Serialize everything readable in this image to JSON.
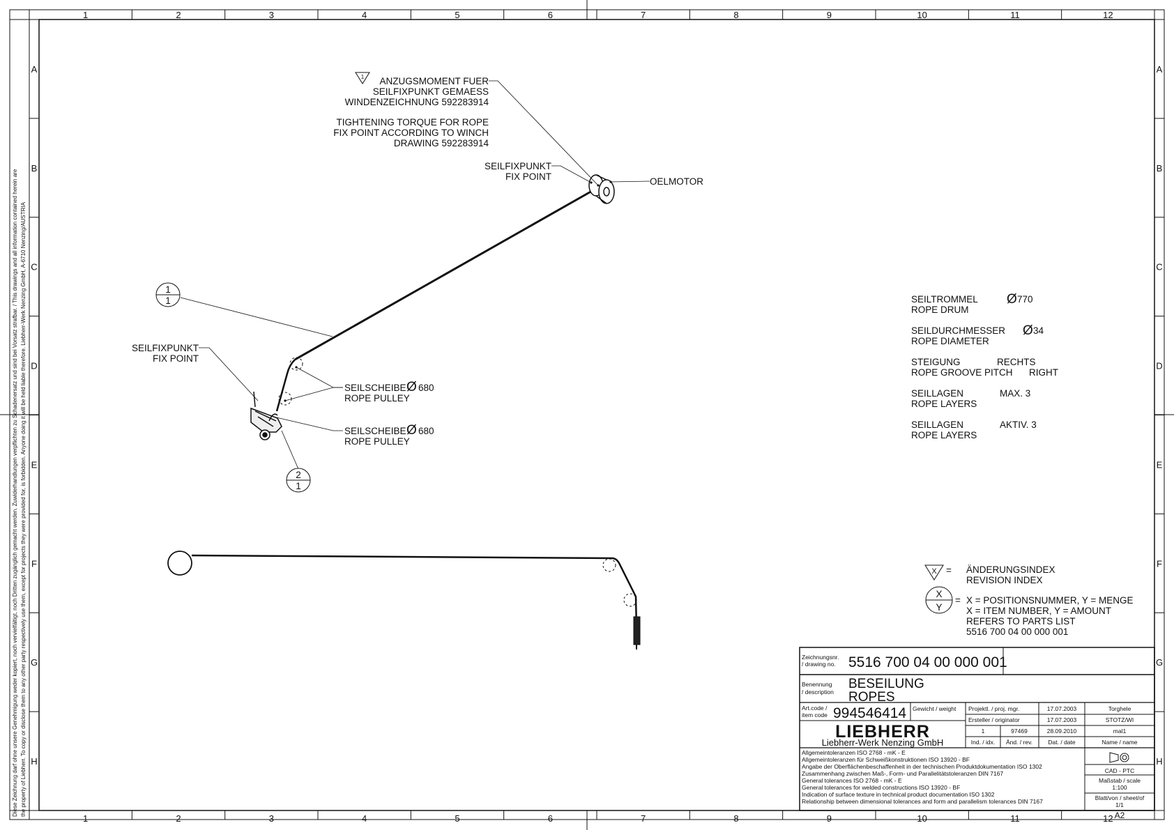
{
  "frame": {
    "columns": [
      "1",
      "2",
      "3",
      "4",
      "5",
      "6",
      "7",
      "8",
      "9",
      "10",
      "11",
      "12"
    ],
    "rows": [
      "A",
      "B",
      "C",
      "D",
      "E",
      "F",
      "G",
      "H"
    ],
    "legal_notice_de": "Diese Zeichnung darf ohne unsere Genehmigung weder kopiert, noch vervielfältigt, noch Dritten zugänglich gemacht werden. Zuwiderhandlungen verpflichten zu Schadenersatz und sind bei Vorsatz strafbar. / This drawings and all information contained herein are",
    "legal_notice_en": "the property of Liebherr. To copy or disclose them to any other party respectively use them, except for projects they were provided for, is forbidden. Anyone doing it will be held liable therefore. Liebherr-Werk Nenzing GmbH, A-6710 Nenzing/AUSTRIA"
  },
  "annotations": {
    "torque_de": [
      "ANZUGSMOMENT FUER",
      "SEILFIXPUNKT GEMAESS",
      "WINDENZEICHNUNG 592283914"
    ],
    "torque_en": [
      "TIGHTENING TORQUE FOR ROPE",
      "FIX POINT ACCORDING TO WINCH",
      "DRAWING 592283914"
    ],
    "torque_revision_mark": "1",
    "fixpoint_top": [
      "SEILFIXPUNKT",
      "FIX POINT"
    ],
    "oelmotor": "OELMOTOR",
    "fixpoint_left": [
      "SEILFIXPUNKT",
      "FIX POINT"
    ],
    "pulley_1": [
      "SEILSCHEIBE",
      "680",
      "ROPE PULLEY"
    ],
    "pulley_2": [
      "SEILSCHEIBE",
      "680",
      "ROPE PULLEY"
    ],
    "diameter_symbol": "Ø",
    "balloon_1": {
      "top": "1",
      "bottom": "1"
    },
    "balloon_2": {
      "top": "2",
      "bottom": "1"
    }
  },
  "specs": [
    {
      "de": "SEILTROMMEL",
      "en": "ROPE DRUM",
      "value": "770",
      "has_diameter": true
    },
    {
      "de": "SEILDURCHMESSER",
      "en": "ROPE DIAMETER",
      "value": "34",
      "has_diameter": true
    },
    {
      "de": "STEIGUNG",
      "en": "ROPE GROOVE PITCH",
      "value_de": "RECHTS",
      "value_en": "RIGHT"
    },
    {
      "de": "SEILLAGEN",
      "en": "ROPE LAYERS",
      "value": "MAX. 3"
    },
    {
      "de": "SEILLAGEN",
      "en": "ROPE LAYERS",
      "value": "AKTIV. 3"
    }
  ],
  "legend": {
    "revision_symbol": "X",
    "revision_eq": "=",
    "revision_de": "ÄNDERUNGSINDEX",
    "revision_en": "REVISION INDEX",
    "balloon_top": "X",
    "balloon_bottom": "Y",
    "balloon_eq": "=",
    "lines": [
      "X = POSITIONSNUMMER, Y = MENGE",
      "X = ITEM NUMBER, Y = AMOUNT",
      "REFERS TO PARTS LIST",
      "5516 700 04 00 000 001"
    ]
  },
  "title_block": {
    "drawing_no_label_1": "Zeichnungsnr.",
    "drawing_no_label_2": "/ drawing no.",
    "drawing_no": "5516 700 04 00 000 001",
    "description_label_1": "Benennung",
    "description_label_2": "/ description",
    "description_de": "BESEILUNG",
    "description_en": "ROPES",
    "art_code_label_1": "Art.code /",
    "art_code_label_2": "item code",
    "art_code": "994546414",
    "weight_label": "Gewicht / weight",
    "company_logo": "LIEBHERR",
    "company": "Liebherr-Werk Nenzing GmbH",
    "proj_label": "Projektl. / proj. mgr.",
    "proj_date": "17.07.2003",
    "proj_name": "Torghele",
    "orig_label": "Ersteller / originator",
    "orig_date": "17.07.2003",
    "orig_name": "STOTZ/WI",
    "rev_index": "1",
    "rev_change": "97469",
    "rev_date": "28.09.2010",
    "rev_name": "mal1",
    "hdr_index": "Ind. / idx.",
    "hdr_change": "Änd. / rev.",
    "hdr_date": "Dat. / date",
    "hdr_name": "Name / name",
    "tolerances": [
      "Allgemeintoleranzen ISO 2768 - mK - E",
      "Allgemeintoleranzen für Schweißkonstruktionen ISO 13920 - BF",
      "Angabe der Oberflächenbeschaffenheit in der technischen Produktdokumentation ISO 1302",
      "Zusammenhang zwischen Maß-, Form- und Parallelitätstoleranzen DIN 7167",
      "General tolerances ISO 2768 - mK - E",
      "General tolerances for welded constructions ISO 13920 - BF",
      "Indication of surface texture in technical product documentation ISO 1302",
      "Relationship between dimensional tolerances and form and parallelism tolerances DIN 7167"
    ],
    "cad": "CAD - PTC",
    "scale_label": "Maßstab / scale",
    "scale": "1:100",
    "sheet_label": "Blatt/von / sheet/of",
    "sheet": "1/1",
    "format": "A2"
  }
}
